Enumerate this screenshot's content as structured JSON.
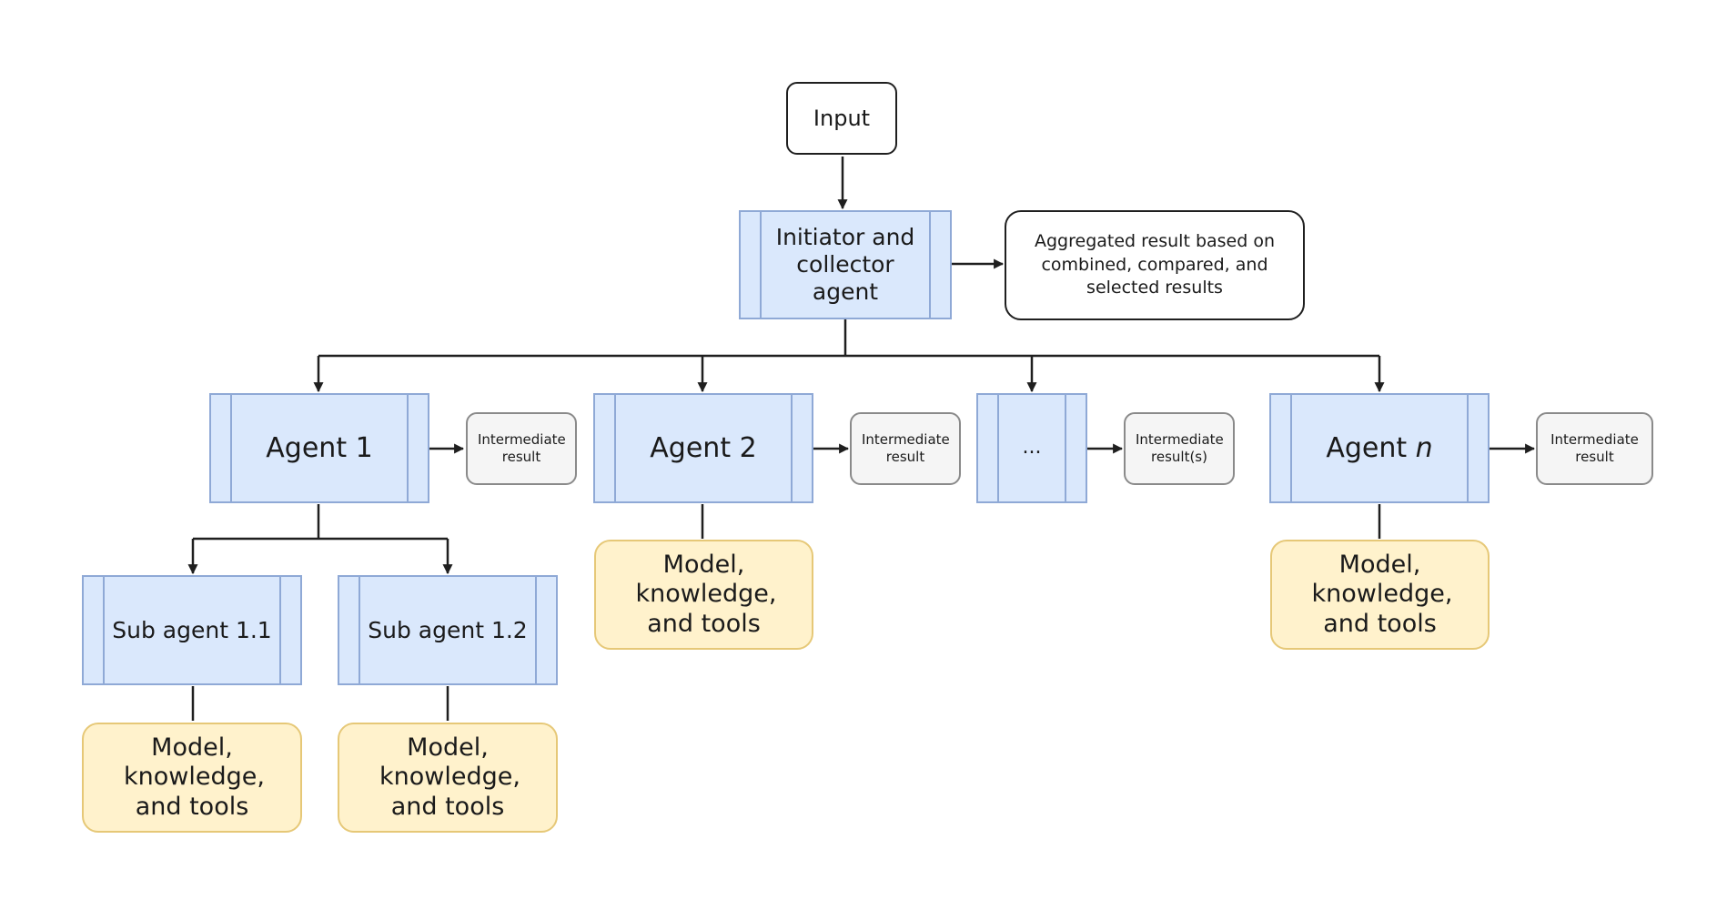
{
  "nodes": {
    "input": "Input",
    "initiator": "Initiator and collector agent",
    "aggregated": "Aggregated result based on combined, compared, and selected results",
    "agent1": "Agent 1",
    "agent2": "Agent 2",
    "agent_ellipsis": "...",
    "agentn_prefix": "Agent ",
    "agentn_var": "n",
    "sub11": "Sub agent 1.1",
    "sub12": "Sub agent 1.2",
    "inter1": "Intermediate result",
    "inter2": "Intermediate result",
    "inter3": "Intermediate result(s)",
    "intern": "Intermediate result",
    "mkt_agent2": "Model, knowledge, and tools",
    "mkt_agentn": "Model, knowledge, and tools",
    "mkt_sub11": "Model, knowledge, and tools",
    "mkt_sub12": "Model, knowledge, and tools"
  },
  "colors": {
    "agent_fill": "#dae8fc",
    "agent_stroke": "#8fa9d6",
    "resource_fill": "#fff2cc",
    "resource_stroke": "#e6c877",
    "intermediate_fill": "#f5f5f5",
    "intermediate_stroke": "#8a8a8a",
    "line": "#1f1f1f"
  }
}
